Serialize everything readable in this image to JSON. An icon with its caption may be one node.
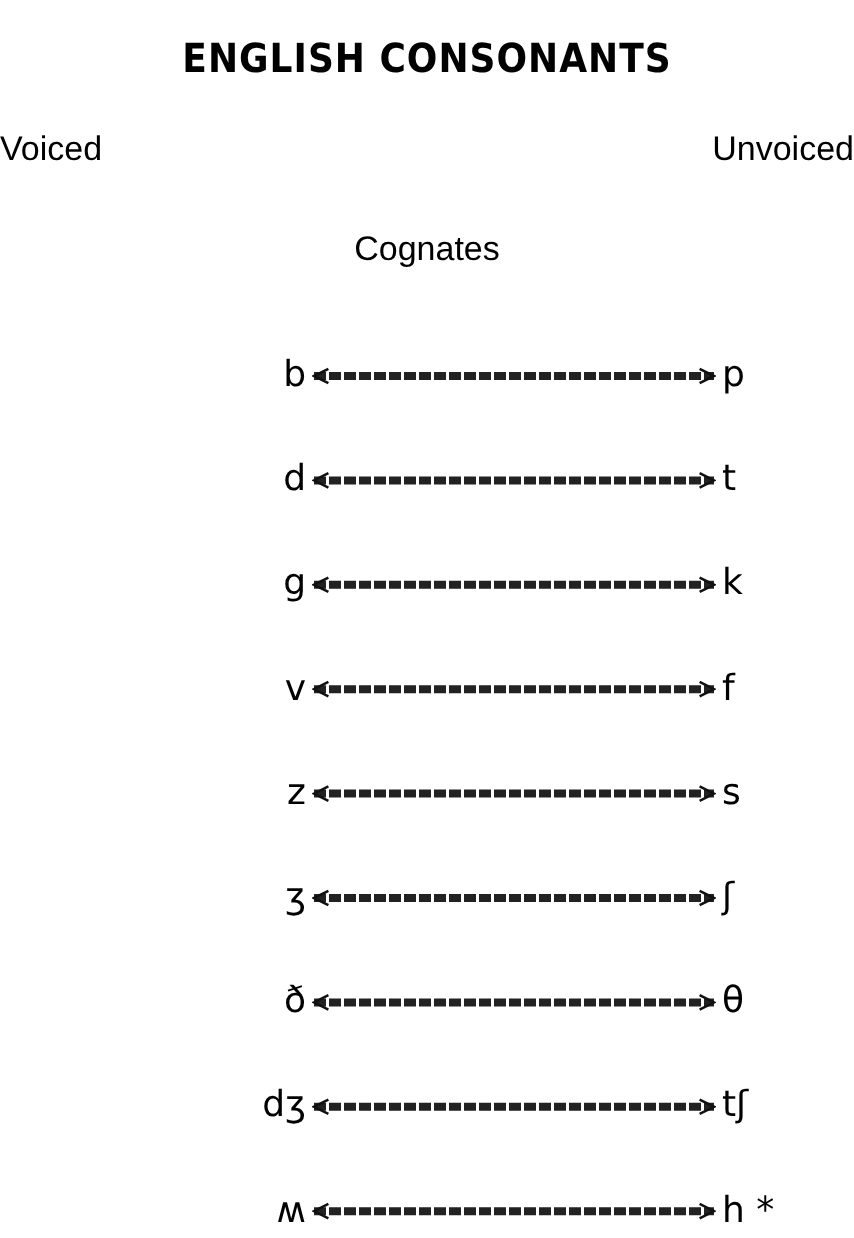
{
  "diagram": {
    "title": "ENGLISH CONSONANTS",
    "nodes": [
      {
        "text": [
          "b"
        ]
      },
      {
        "text": [
          "p"
        ]
      },
      {
        "text": [
          "d"
        ]
      },
      {
        "text": [
          "t"
        ]
      },
      {
        "text": [
          "g"
        ]
      },
      {
        "text": [
          "k"
        ]
      },
      {
        "text": [
          "v"
        ]
      },
      {
        "text": [
          "f"
        ]
      },
      {
        "text": [
          "z"
        ]
      },
      {
        "text": [
          "s"
        ]
      },
      {
        "text": [
          "ʒ"
        ]
      },
      {
        "text": [
          "ʃ"
        ]
      },
      {
        "text": [
          "ð"
        ]
      },
      {
        "text": [
          "θ"
        ]
      },
      {
        "text": [
          "dʒ"
        ]
      },
      {
        "text": [
          "tʃ"
        ]
      },
      {
        "text": [
          "ʍ"
        ]
      },
      {
        "text": [
          "h *"
        ]
      }
    ],
    "edges": [
      {
        "from": 0,
        "to": 1,
        "arrow": "both"
      },
      {
        "from": 2,
        "to": 3,
        "arrow": "both"
      },
      {
        "from": 4,
        "to": 5,
        "arrow": "both"
      },
      {
        "from": 6,
        "to": 7,
        "arrow": "both"
      },
      {
        "from": 8,
        "to": 9,
        "arrow": "both"
      },
      {
        "from": 10,
        "to": 11,
        "arrow": "both"
      },
      {
        "from": 12,
        "to": 13,
        "arrow": "both"
      },
      {
        "from": 14,
        "to": 15,
        "arrow": "both"
      },
      {
        "from": 16,
        "to": 17,
        "arrow": "both"
      }
    ],
    "labels": [
      "Voiced",
      "Unvoiced",
      "Cognates"
    ]
  }
}
